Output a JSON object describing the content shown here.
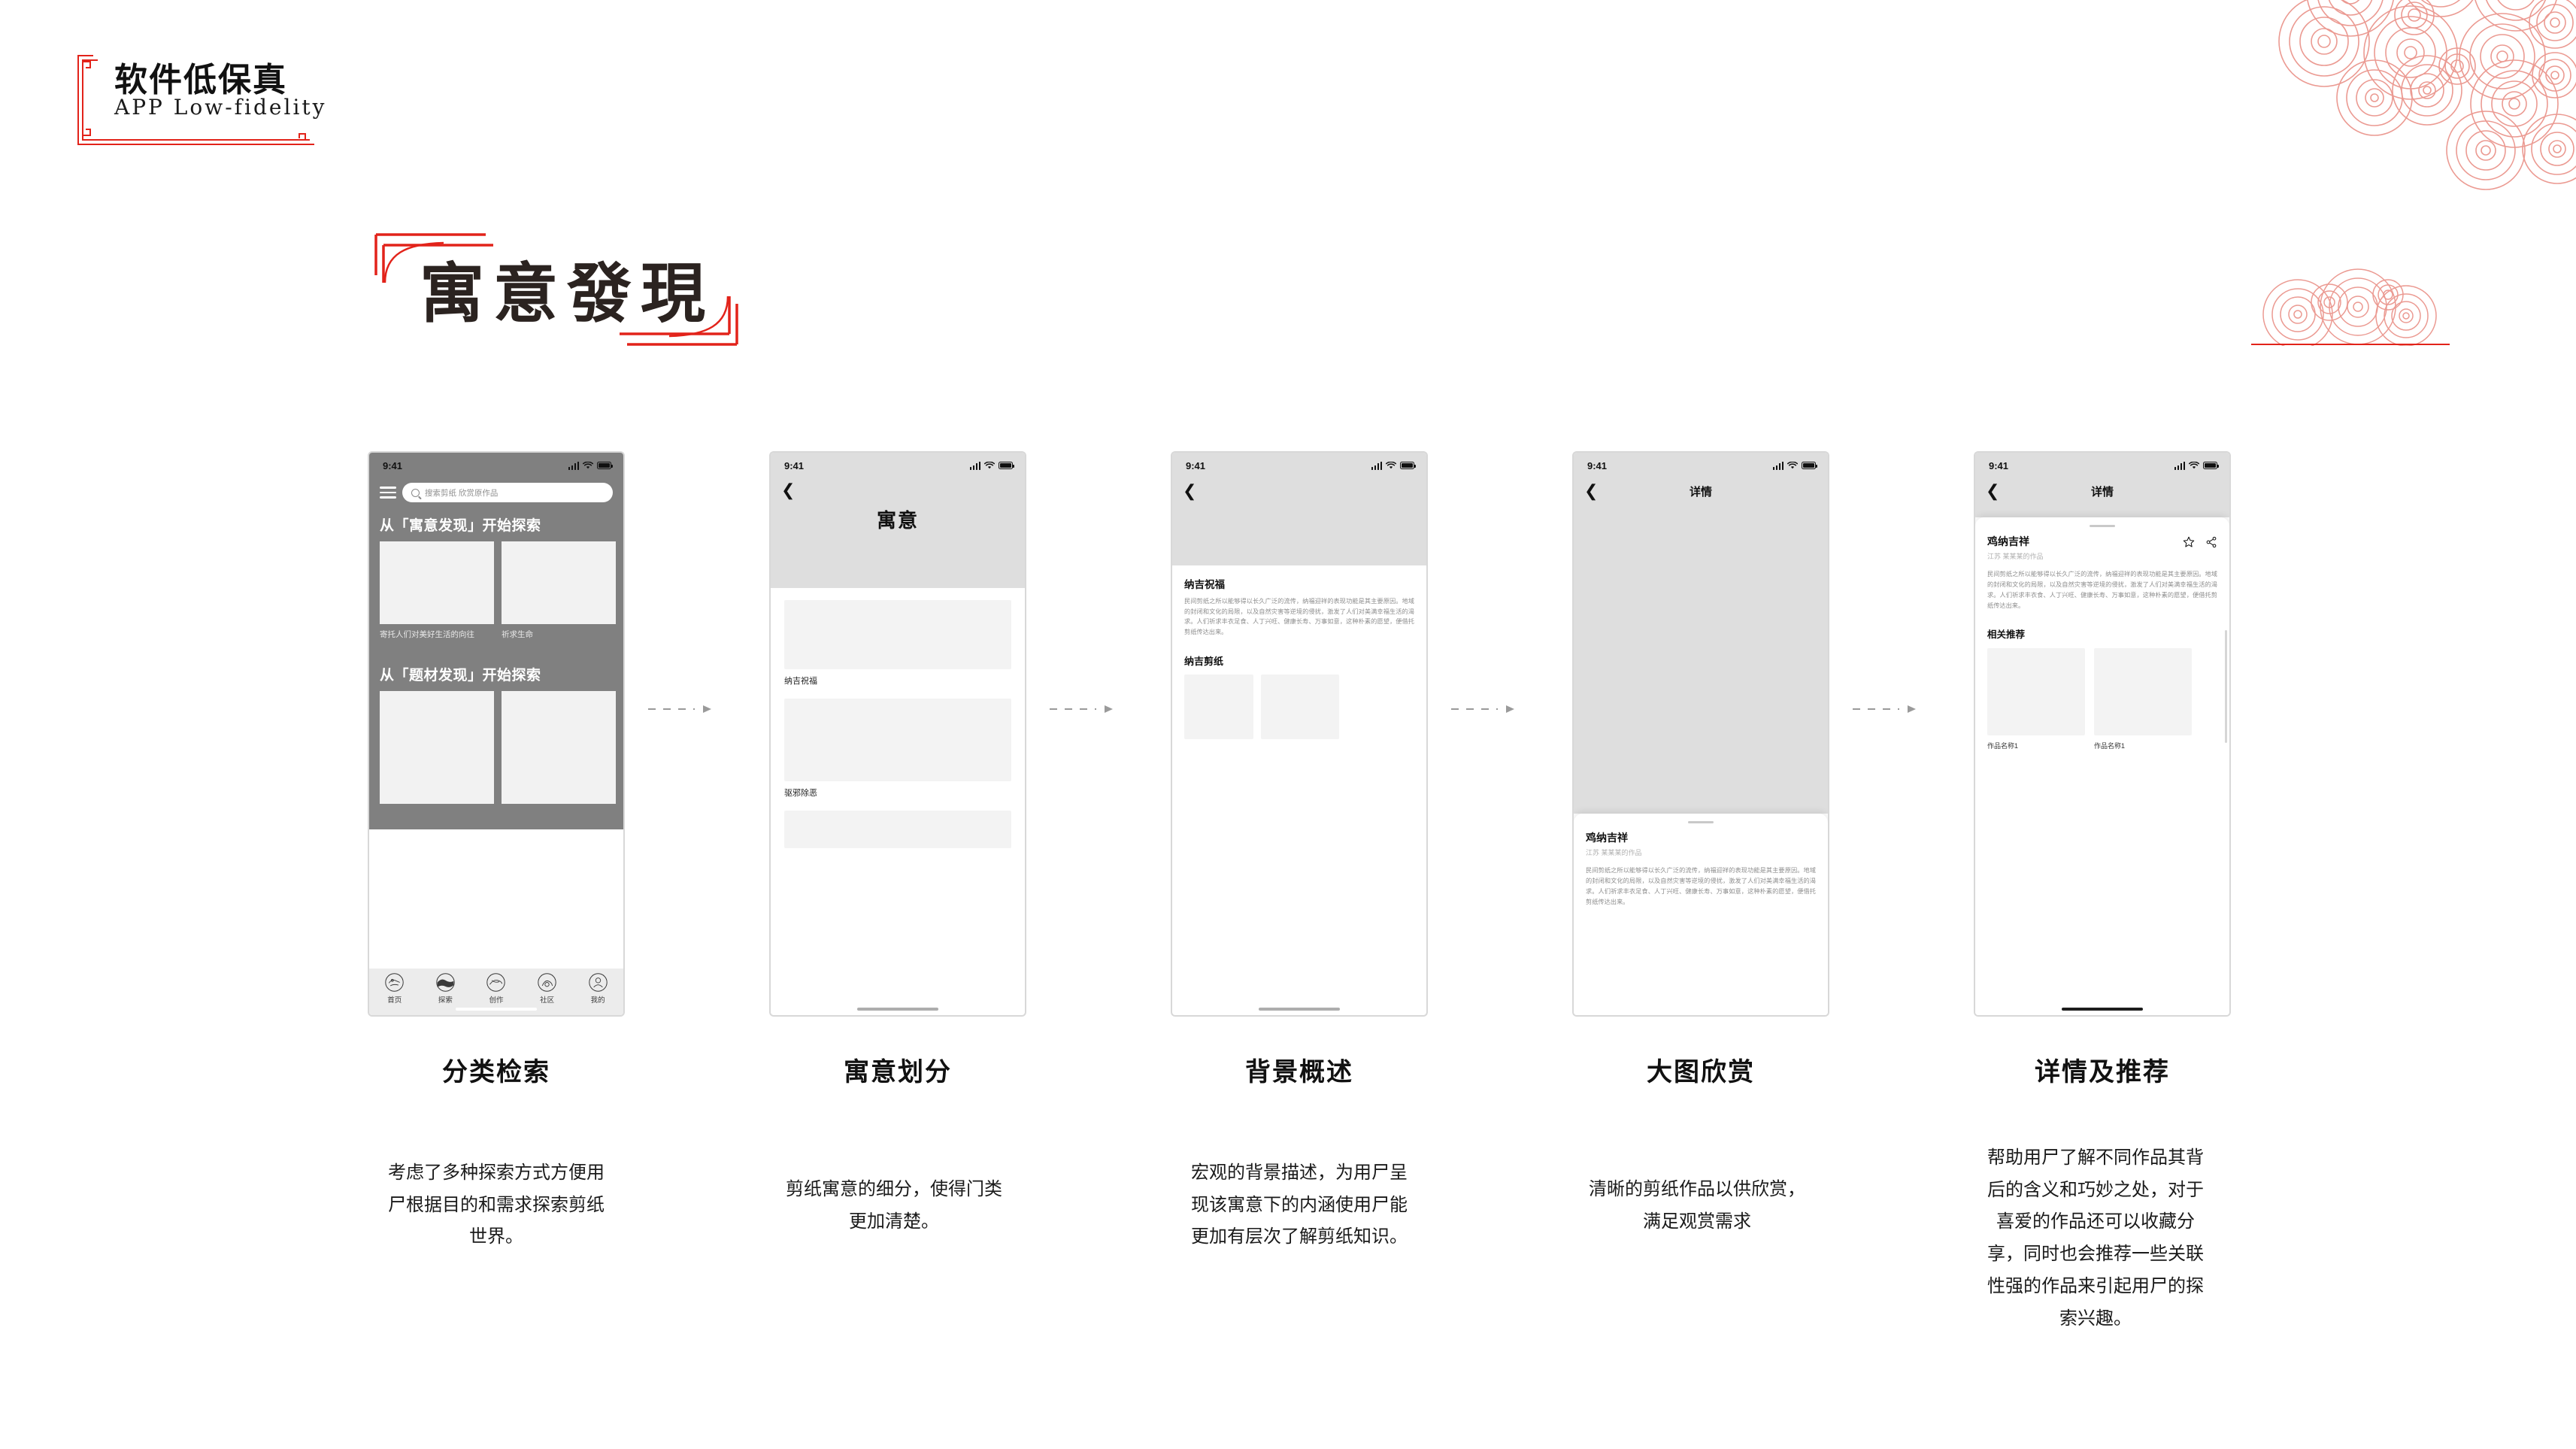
{
  "brand": {
    "cn": "软件低保真",
    "en": "APP Low-fidelity"
  },
  "page_title": "寓意發現",
  "colors": {
    "accent_red": "#e2231a",
    "ornament_pink": "#e8897f",
    "phone_grey": "#808080",
    "hero_grey": "#dedede",
    "placeholder_grey": "#f3f3f3"
  },
  "phones": [
    {
      "id": "phone-1",
      "status_time": "9:41",
      "search_placeholder": "搜索剪纸 欣赏原作品",
      "section1_heading": "从「寓意发现」开始探索",
      "section1_captions": [
        "寄托人们对美好生活的向往",
        "祈求生命"
      ],
      "section2_heading": "从「题材发现」开始探索",
      "tabs": [
        {
          "label": "首页",
          "icon": "home-icon"
        },
        {
          "label": "探索",
          "icon": "compass-icon"
        },
        {
          "label": "创作",
          "icon": "brush-icon"
        },
        {
          "label": "社区",
          "icon": "community-icon"
        },
        {
          "label": "我的",
          "icon": "profile-icon"
        }
      ]
    },
    {
      "id": "phone-2",
      "status_time": "9:41",
      "hero_title": "寓意",
      "cards": [
        {
          "label": "纳吉祝福"
        },
        {
          "label": "驱邪除恶"
        }
      ]
    },
    {
      "id": "phone-3",
      "status_time": "9:41",
      "article_title": "纳吉祝福",
      "article_body": "民间剪纸之所以能够得以长久广泛的流传，纳福迎祥的表现功能是其主要原因。地域的封闭和文化的局限，以及自然灾害等逆境的侵扰，激发了人们对美满幸福生活的渴求。人们祈求丰衣足食、人丁兴旺、健康长寿、万事如意，这种朴素的愿望，便借托剪纸传达出来。",
      "section_heading": "纳吉剪纸"
    },
    {
      "id": "phone-4",
      "status_time": "9:41",
      "nav_title": "详情",
      "sheet_title": "鸡纳吉祥",
      "sheet_subtitle": "江苏 某某某的作品",
      "sheet_body": "民间剪纸之所以能够得以长久广泛的流传，纳福迎祥的表现功能是其主要原因。地域的封闭和文化的局限，以及自然灾害等逆境的侵扰，激发了人们对美满幸福生活的渴求。人们祈求丰衣足食、人丁兴旺、健康长寿、万事如意，这种朴素的愿望，便借托剪纸传达出来。"
    },
    {
      "id": "phone-5",
      "status_time": "9:41",
      "nav_title": "详情",
      "sheet_title": "鸡纳吉祥",
      "sheet_subtitle": "江苏 某某某的作品",
      "sheet_body": "民间剪纸之所以能够得以长久广泛的流传，纳福迎祥的表现功能是其主要原因。地域的封闭和文化的局限，以及自然灾害等逆境的侵扰，激发了人们对美满幸福生活的渴求。人们祈求丰衣食、人丁兴旺、健康长寿、万事如意，这种朴素的愿望，便借托剪纸传达出来。",
      "actions": [
        {
          "name": "favorite-icon",
          "glyph": "☆"
        },
        {
          "name": "share-icon",
          "glyph": "share"
        }
      ],
      "recommend_heading": "相关推荐",
      "recommend_items": [
        "作品名称1",
        "作品名称1"
      ]
    }
  ],
  "captions": [
    {
      "title": "分类检索",
      "desc": "考虑了多种探索方式方便用尸根据目的和需求探索剪纸世界。"
    },
    {
      "title": "寓意划分",
      "desc": "剪纸寓意的细分，使得门类更加清楚。"
    },
    {
      "title": "背景概述",
      "desc": "宏观的背景描述，为用尸呈现该寓意下的内涵使用尸能更加有层次了解剪纸知识。"
    },
    {
      "title": "大图欣赏",
      "desc": "清晰的剪纸作品以供欣赏，满足观赏需求"
    },
    {
      "title": "详情及推荐",
      "desc": "帮助用尸了解不同作品其背后的含义和巧妙之处，对于喜爱的作品还可以收藏分享，同时也会推荐一些关联性强的作品来引起用尸的探索兴趣。"
    }
  ]
}
